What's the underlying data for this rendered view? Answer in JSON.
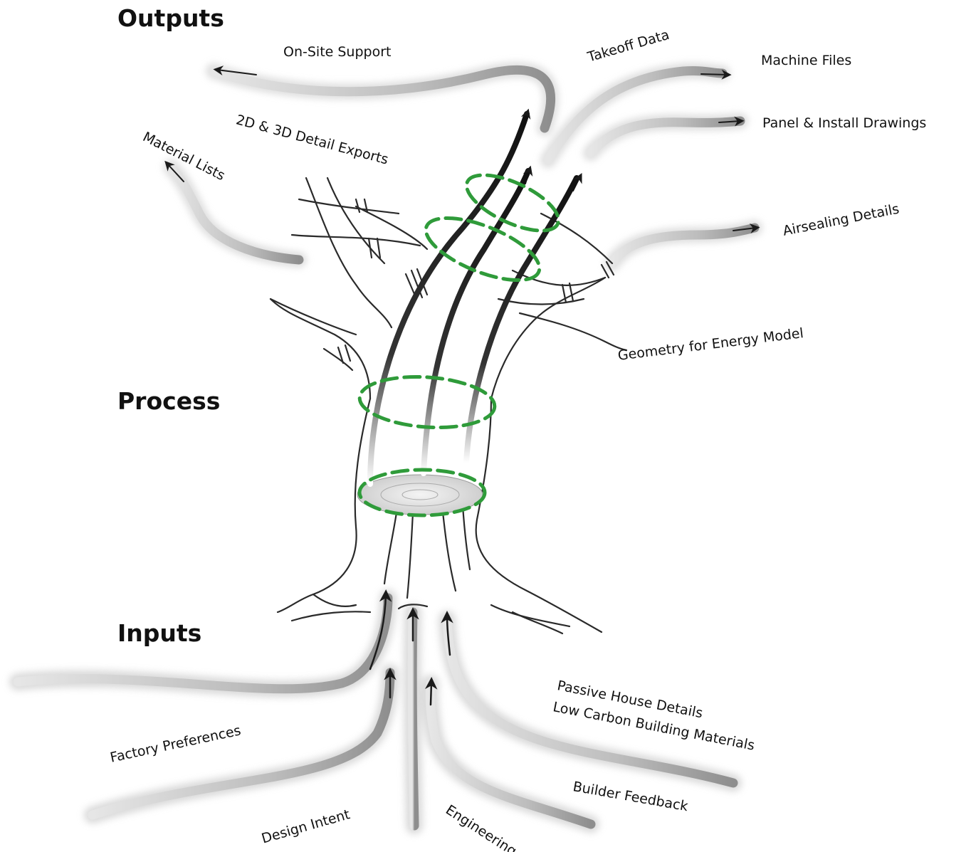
{
  "headings": {
    "outputs": "Outputs",
    "process": "Process",
    "inputs": "Inputs"
  },
  "outputs": {
    "on_site_support": "On-Site Support",
    "takeoff_data": "Takeoff Data",
    "machine_files": "Machine Files",
    "panel_install_drawings": "Panel & Install Drawings",
    "detail_exports": "2D & 3D Detail Exports",
    "material_lists": "Material Lists",
    "airsealing_details": "Airsealing Details",
    "geometry_energy_model": "Geometry for Energy Model"
  },
  "inputs": {
    "passive_house_details": "Passive House Details",
    "low_carbon_materials": "Low Carbon Building Materials",
    "factory_preferences": "Factory Preferences",
    "builder_feedback": "Builder Feedback",
    "design_intent": "Design Intent",
    "engineering": "Engineering"
  },
  "colors": {
    "ring_green": "#2f9b3a",
    "ink": "#1a1a1a",
    "pipe_grey": "#b8b8b8"
  }
}
